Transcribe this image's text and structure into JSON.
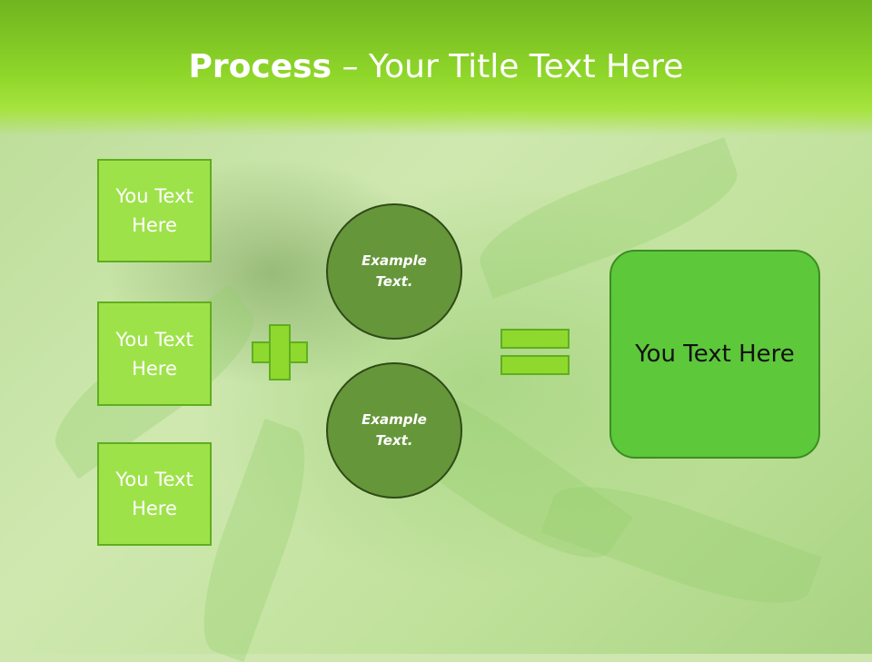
{
  "title": {
    "bold": "Process",
    "rest": " – Your Title Text Here"
  },
  "boxes": [
    "You Text Here",
    "You Text Here",
    "You Text Here"
  ],
  "circles": [
    "Example Text.",
    "Example Text."
  ],
  "result": "You Text Here"
}
